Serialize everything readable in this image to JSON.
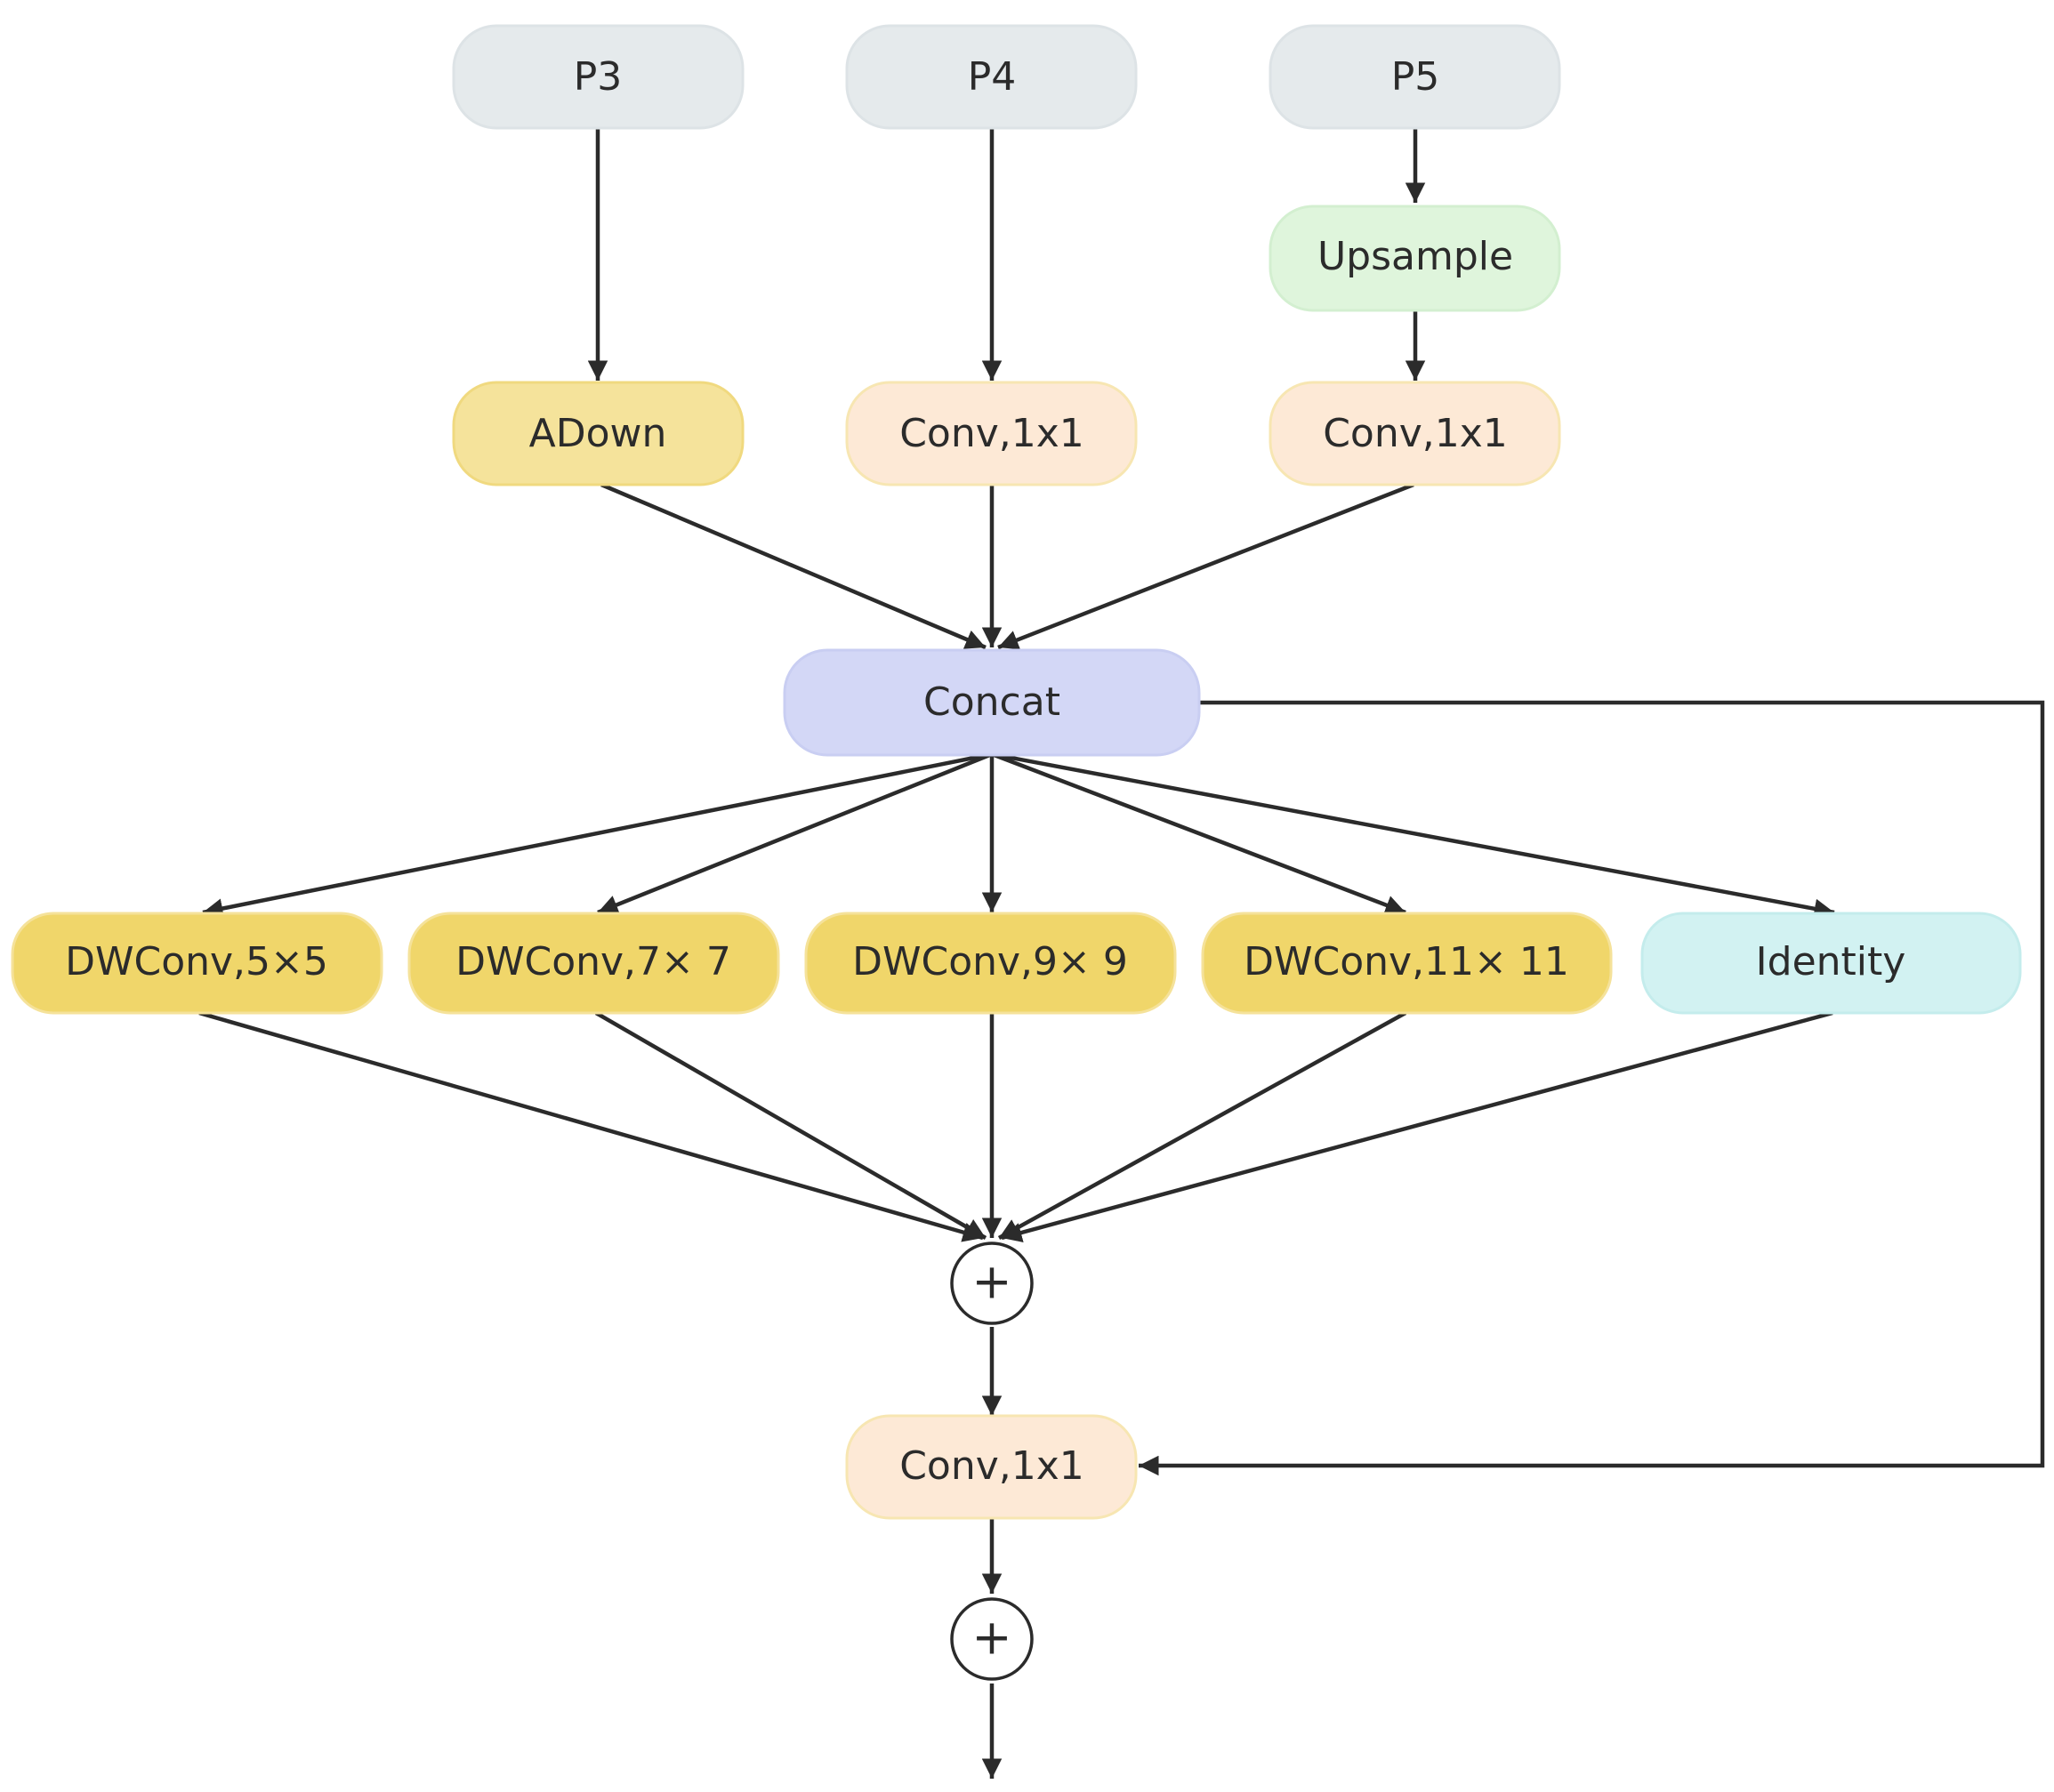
{
  "nodes": {
    "p3": {
      "label": "P3",
      "fill": "#e5eaec",
      "stroke": "#dde3e6"
    },
    "p4": {
      "label": "P4",
      "fill": "#e5eaec",
      "stroke": "#dde3e6"
    },
    "p5": {
      "label": "P5",
      "fill": "#e5eaec",
      "stroke": "#dde3e6"
    },
    "upsample": {
      "label": "Upsample",
      "fill": "#dff5dc",
      "stroke": "#d3efd0"
    },
    "adown": {
      "label": "ADown",
      "fill": "#f5e39b",
      "stroke": "#f0d97f"
    },
    "conv_p4": {
      "label": "Conv,1x1",
      "fill": "#fde9d6",
      "stroke": "#f7e6b2"
    },
    "conv_p5": {
      "label": "Conv,1x1",
      "fill": "#fde9d6",
      "stroke": "#f7e6b2"
    },
    "concat": {
      "label": "Concat",
      "fill": "#d3d7f6",
      "stroke": "#c9cef2"
    },
    "dw5": {
      "label": "DWConv,5×5",
      "fill": "#f0d66a",
      "stroke": "#f5e29a"
    },
    "dw7": {
      "label": "DWConv,7× 7",
      "fill": "#f0d66a",
      "stroke": "#f5e29a"
    },
    "dw9": {
      "label": "DWConv,9× 9",
      "fill": "#f0d66a",
      "stroke": "#f5e29a"
    },
    "dw11": {
      "label": "DWConv,11× 11",
      "fill": "#f0d66a",
      "stroke": "#f5e29a"
    },
    "identity": {
      "label": "Identity",
      "fill": "#d2f2f2",
      "stroke": "#c4ecec"
    },
    "sum1": {
      "label": "+"
    },
    "conv_out": {
      "label": "Conv,1x1",
      "fill": "#fde9d6",
      "stroke": "#f7e6b2"
    },
    "sum2": {
      "label": "+"
    }
  },
  "edges": [
    [
      "p3",
      "adown"
    ],
    [
      "p4",
      "conv_p4"
    ],
    [
      "p5",
      "upsample"
    ],
    [
      "upsample",
      "conv_p5"
    ],
    [
      "adown",
      "concat"
    ],
    [
      "conv_p4",
      "concat"
    ],
    [
      "conv_p5",
      "concat"
    ],
    [
      "concat",
      "dw5"
    ],
    [
      "concat",
      "dw7"
    ],
    [
      "concat",
      "dw9"
    ],
    [
      "concat",
      "dw11"
    ],
    [
      "concat",
      "identity"
    ],
    [
      "dw5",
      "sum1"
    ],
    [
      "dw7",
      "sum1"
    ],
    [
      "dw9",
      "sum1"
    ],
    [
      "dw11",
      "sum1"
    ],
    [
      "identity",
      "sum1"
    ],
    [
      "sum1",
      "conv_out"
    ],
    [
      "concat",
      "conv_out"
    ],
    [
      "conv_out",
      "sum2"
    ],
    [
      "sum2",
      "output"
    ]
  ],
  "colors": {
    "line": "#2b2b2b",
    "text": "#2b2b2b",
    "background": "#ffffff"
  }
}
